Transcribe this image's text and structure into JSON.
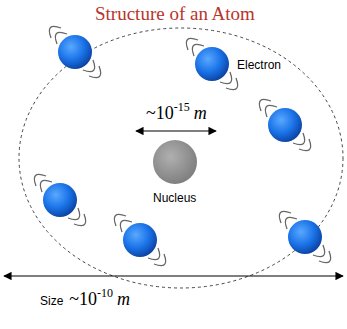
{
  "diagram": {
    "title": "Structure of an Atom",
    "labels": [
      "Electron",
      "Nucleus",
      "~10",
      "-15",
      "m",
      "Size",
      "~10",
      "-10",
      "m"
    ]
  }
}
